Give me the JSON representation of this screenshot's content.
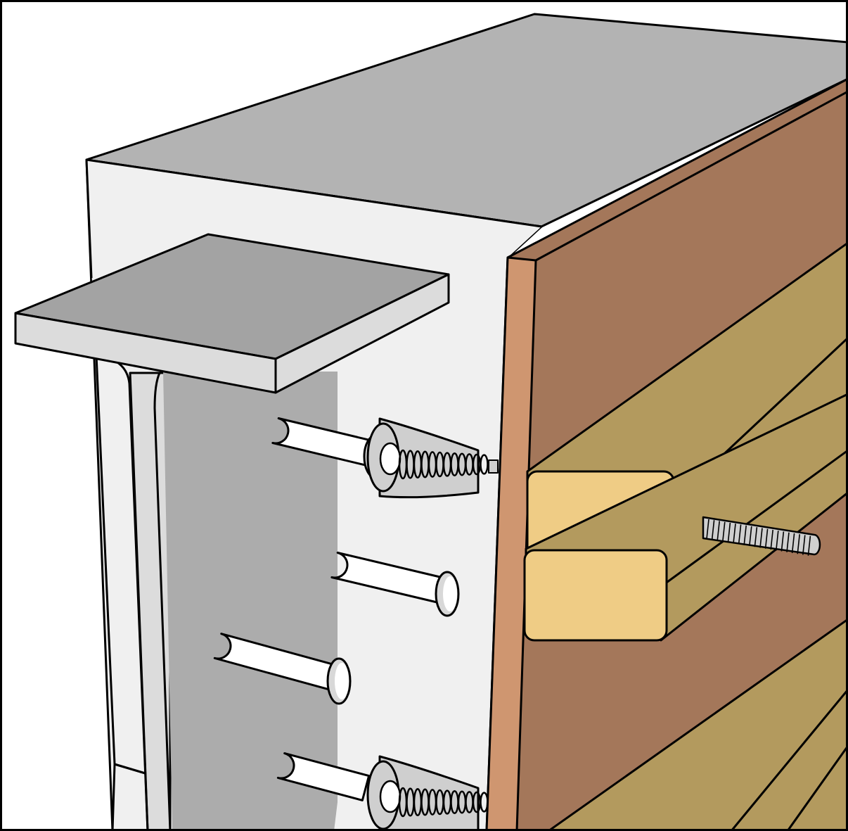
{
  "colors": {
    "frame": "#000000",
    "background": "#ffffff",
    "concrete_top": "#b3b3b3",
    "concrete_face": "#f0f0f0",
    "steel_face": "#dcdcdc",
    "steel_flange_top": "#a3a3a3",
    "steel_web_shadow": "#acacac",
    "form_panel": "#a4775a",
    "form_panel_edge": "#cf9670",
    "timber_face": "#efcc85",
    "timber_side": "#b39a5e",
    "stud": "#ffffff",
    "stud_head_shade": "#d8d8d8",
    "tie_coil": "#cfcfcf"
  },
  "parts": [
    "concrete-encasement",
    "steel-i-beam",
    "shear-stud",
    "form-tie",
    "plywood-form-panel",
    "timber-waler",
    "threaded-rod"
  ]
}
